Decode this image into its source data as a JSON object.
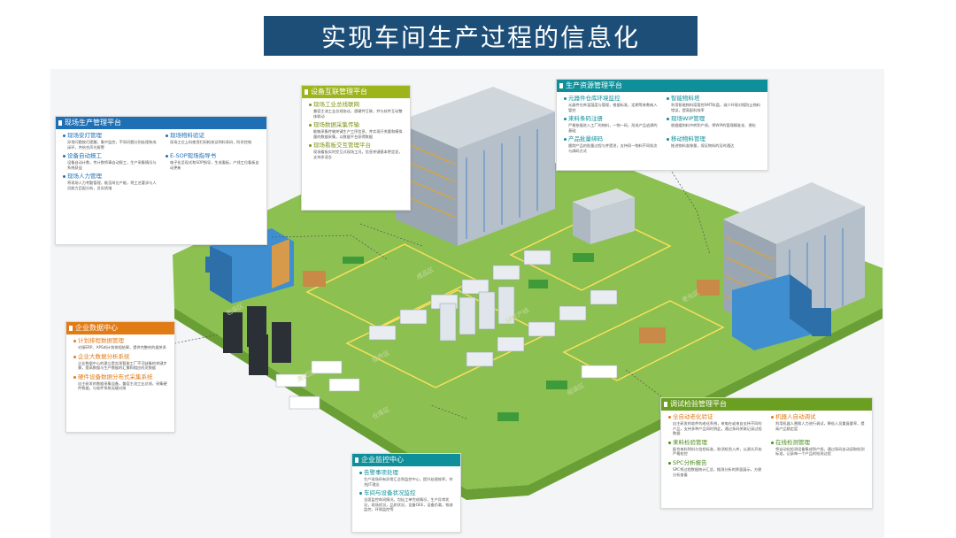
{
  "title": "实现车间生产过程的信息化",
  "panels": {
    "shop_floor": {
      "header": "现场生产管理平台",
      "items": [
        {
          "h": "现场安灯管理",
          "d": "异常问题按灯提醒，集中监控，不同问题分别处理和成闭环，并给合声光报警"
        },
        {
          "h": "现场物料验证",
          "d": "现场工位上料使用扫码枪核证明料条码，防呆控制"
        },
        {
          "h": "设备自动报工",
          "d": "设备自动计数，传计数将事自动报工，生产采集情况与系统获益"
        },
        {
          "h": "E-SOP现场指导书",
          "d": "电子化呈现式和SOP指导，生成看板，产线工位看板自动更新"
        },
        {
          "h": "现场人力管理",
          "d": "将现场人力考勤管理，能否岗位产能，将工艺要求与人员能力匹配分析，员实质措"
        }
      ]
    },
    "iot": {
      "header": "设备互联管理平台",
      "items": [
        {
          "h": "现场工业总线联网",
          "d": "兼容主流工业总线协议，提硬件互联，并与软件互动整体联动"
        },
        {
          "h": "现场数据采集传输",
          "d": "能敏采集传输关键生产工序信息，并实现开关量和模拟量的数据采集，以数据平台获得数据"
        },
        {
          "h": "现场看板交互管理平台",
          "d": "现场看板实时交互式现场工况，信息关键基本更定显，支持多语言"
        }
      ]
    },
    "resource": {
      "header": "生产资源管理平台",
      "items": [
        {
          "h": "元器件仓库环境监控",
          "d": "元器件仓库温湿度与管理，根据标准，定期等参数纳入管控"
        },
        {
          "h": "智能物料塔",
          "d": "利用智能物料塔管控SMT料盘，减少环境对相防止物料错误，提高配料效率"
        },
        {
          "h": "来料条码注册",
          "d": "严格依据进入工厂的物料，一物一码，形成产品追溯的基础"
        },
        {
          "h": "现场WIP管理",
          "d": "根据缓和料中转积产线，将WIP的管理精准化、便化"
        },
        {
          "h": "产品批量绑码",
          "d": "跟踪产品的批量过程与并提进，支持同一物料不同批次与绑码方式"
        },
        {
          "h": "移动物料管理",
          "d": "推进物料准移量，保证物料的及时通达"
        }
      ]
    },
    "enterprise": {
      "header": "企业数据中心",
      "items": [
        {
          "h": "计划排程数据管理",
          "d": "对接ERP、APS的计划排程结果，提供完整的的据关系"
        },
        {
          "h": "企业大数据分析系统",
          "d": "企业数据中心的建立是实现智能工厂不可缺躲的关键步骤，提高数据与生产数据的汇聚和相应的灵数据"
        },
        {
          "h": "硬件设备数据分布式采集系统",
          "d": "自主研发的数据采集设备，兼容主流工业总线，采集硬件数据，与软件系统无缝对接"
        }
      ]
    },
    "monitor": {
      "header": "企业监控中心",
      "items": [
        {
          "h": "告警事项处理",
          "d": "生产现场所有异常汇总到监控中心，提升处理效率，符合JIT理念"
        },
        {
          "h": "车间与设备状况监控",
          "d": "全面监控车间情况，包括工单完成情况，生产异常状况，现场状况，品质状况，设备OEE，设备负载，物流监控，环境监控等"
        }
      ]
    },
    "test": {
      "header": "调试检验管理平台",
      "items": [
        {
          "h": "全自动老化验证",
          "d": "自主研发的软件的老化系统，来电在或来自支持不同的产品，支持多种产品同时到此，通过条码关联记录过程数据"
        },
        {
          "h": "机器人自动调试",
          "d": "利用机器人替换人力进行调试，降低人员重复量率，提高产品稳定度"
        },
        {
          "h": "来料检验管理",
          "d": "配合来料到料与信检标准，取消检验入库，从源头开始严格检控"
        },
        {
          "h": "在线检测管理",
          "d": "将自动化检测设备集成到产线，通过条码自动读取检测标准，记录每一个产品的检测过程"
        },
        {
          "h": "SPC分析报告",
          "d": "SPC将过程数据统计汇总，推测分析的界面展示，方便分析查看"
        }
      ]
    }
  },
  "area_labels": [
    "成品区",
    "SMT产线",
    "插件区",
    "测试区",
    "组装区",
    "仓库区",
    "老化区",
    "包装区"
  ],
  "colors": {
    "title_bg": "#1d4e78",
    "floor_green": "#8cc152",
    "floor_dark": "#6a9f35",
    "blue": "#1f6fb5",
    "olive": "#9eb41d",
    "teal": "#0e8f9a",
    "orange": "#e07b16",
    "green": "#6a9f22"
  }
}
